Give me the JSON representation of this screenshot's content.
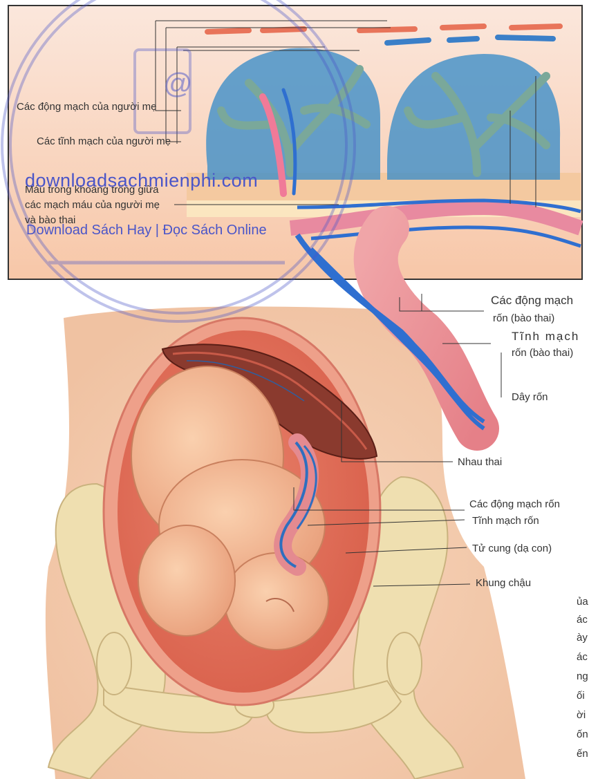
{
  "labels": {
    "maternal_arteries": "Các động mạch của người mẹ",
    "maternal_veins": "Các tĩnh mạch của người mẹ",
    "intervillous_1": "Máu trong khoảng trống giữa",
    "intervillous_2": "các mạch máu của người mẹ",
    "intervillous_3": "và bào thai",
    "umb_arteries_fetal_1": "Các động mạch",
    "umb_arteries_fetal_2": "rốn (bào thai)",
    "umb_vein_fetal_1": "Tĩnh mạch",
    "umb_vein_fetal_2": "rốn (bào thai)",
    "umbilical_cord": "Dây rốn",
    "placenta": "Nhau thai",
    "umbilical_arteries": "Các động mạch rốn",
    "umbilical_vein": "Tĩnh mạch rốn",
    "uterus": "Tử cung (dạ con)",
    "pelvis": "Khung chậu"
  },
  "watermark": {
    "line1": "downloadsachmienphi.com",
    "line2": "Download Sách Hay | Đọc Sách Online"
  },
  "edge_text": [
    "ủa",
    "ác",
    "ày",
    "ác",
    "ng",
    "ối",
    "ời",
    "ốn",
    "ến"
  ],
  "colors": {
    "maternal_artery": "#e8745a",
    "maternal_vein": "#3a7fc8",
    "villi": "#7aa89a",
    "tissue": "#f4a07c",
    "skin": "#f2c7a8",
    "bone": "#efdfb0",
    "fetus": "#f5b896",
    "watermark": "#4a55c8"
  }
}
